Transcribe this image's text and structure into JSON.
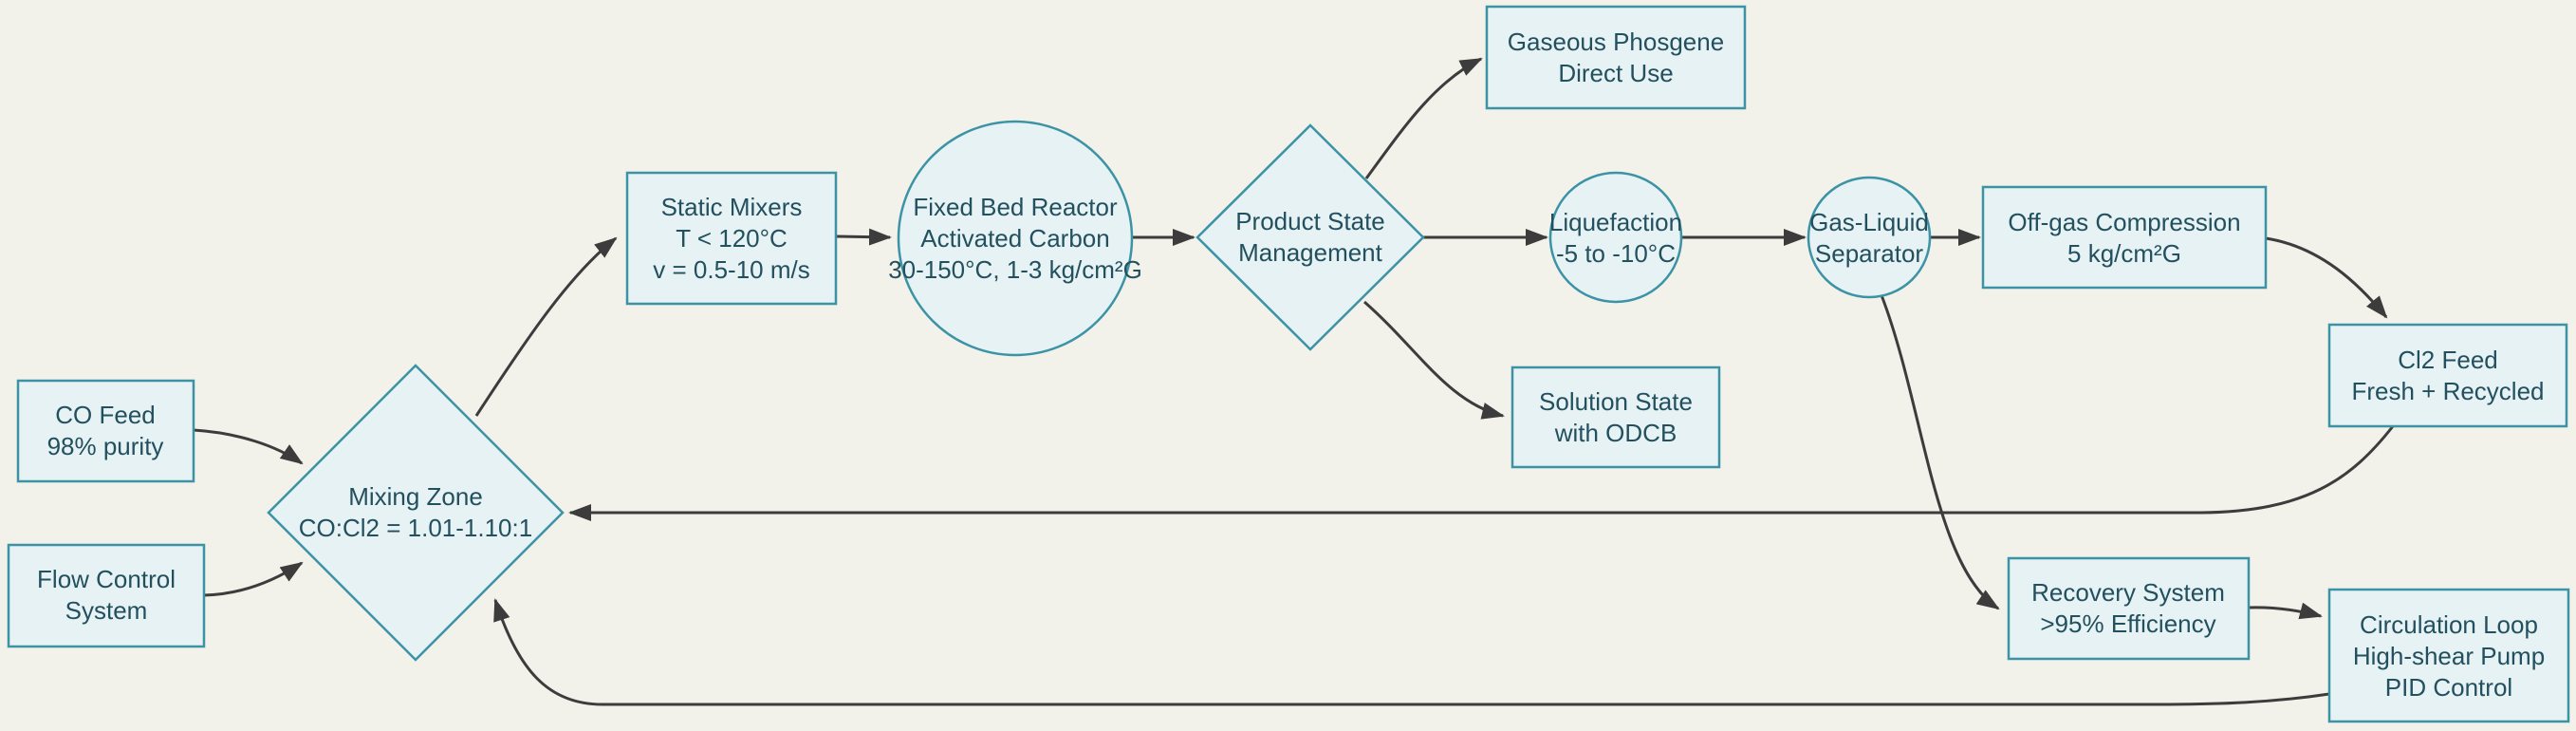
{
  "colors": {
    "background": "#f2f1ea",
    "node_fill": "#e6f2f4",
    "node_stroke": "#3b93a5",
    "text": "#23505f",
    "edge": "#3c3c3c"
  },
  "diagram": {
    "type": "flowchart",
    "subject": "phosgene-production-process",
    "nodes": {
      "co_feed": {
        "shape": "rectangle",
        "lines": [
          "CO Feed",
          "98% purity"
        ]
      },
      "flow_control": {
        "shape": "rectangle",
        "lines": [
          "Flow Control",
          "System"
        ]
      },
      "mixing_zone": {
        "shape": "diamond",
        "lines": [
          "Mixing Zone",
          "CO:Cl2 = 1.01-1.10:1"
        ]
      },
      "static_mixers": {
        "shape": "rectangle",
        "lines": [
          "Static Mixers",
          "T < 120°C",
          "v = 0.5-10 m/s"
        ]
      },
      "fixed_bed_reactor": {
        "shape": "circle",
        "lines": [
          "Fixed Bed Reactor",
          "Activated Carbon",
          "30-150°C, 1-3 kg/cm²G"
        ]
      },
      "product_state": {
        "shape": "diamond",
        "lines": [
          "Product State",
          "Management"
        ]
      },
      "gaseous_phosgene": {
        "shape": "rectangle",
        "lines": [
          "Gaseous Phosgene",
          "Direct Use"
        ]
      },
      "liquefaction": {
        "shape": "circle",
        "lines": [
          "Liquefaction",
          "-5 to -10°C"
        ]
      },
      "solution_state": {
        "shape": "rectangle",
        "lines": [
          "Solution State",
          "with ODCB"
        ]
      },
      "gas_liquid_separator": {
        "shape": "circle",
        "lines": [
          "Gas-Liquid",
          "Separator"
        ]
      },
      "offgas_compression": {
        "shape": "rectangle",
        "lines": [
          "Off-gas Compression",
          "5 kg/cm²G"
        ]
      },
      "cl2_feed": {
        "shape": "rectangle",
        "lines": [
          "Cl2 Feed",
          "Fresh + Recycled"
        ]
      },
      "recovery_system": {
        "shape": "rectangle",
        "lines": [
          "Recovery System",
          ">95% Efficiency"
        ]
      },
      "circulation_loop": {
        "shape": "rectangle",
        "lines": [
          "Circulation Loop",
          "High-shear Pump",
          "PID Control"
        ]
      }
    },
    "edges": [
      {
        "from": "co_feed",
        "to": "mixing_zone"
      },
      {
        "from": "flow_control",
        "to": "mixing_zone"
      },
      {
        "from": "mixing_zone",
        "to": "static_mixers"
      },
      {
        "from": "static_mixers",
        "to": "fixed_bed_reactor"
      },
      {
        "from": "fixed_bed_reactor",
        "to": "product_state"
      },
      {
        "from": "product_state",
        "to": "gaseous_phosgene"
      },
      {
        "from": "product_state",
        "to": "liquefaction"
      },
      {
        "from": "product_state",
        "to": "solution_state"
      },
      {
        "from": "liquefaction",
        "to": "gas_liquid_separator"
      },
      {
        "from": "gas_liquid_separator",
        "to": "offgas_compression"
      },
      {
        "from": "offgas_compression",
        "to": "cl2_feed"
      },
      {
        "from": "cl2_feed",
        "to": "mixing_zone"
      },
      {
        "from": "gas_liquid_separator",
        "to": "recovery_system"
      },
      {
        "from": "recovery_system",
        "to": "circulation_loop"
      },
      {
        "from": "circulation_loop",
        "to": "mixing_zone"
      }
    ]
  }
}
